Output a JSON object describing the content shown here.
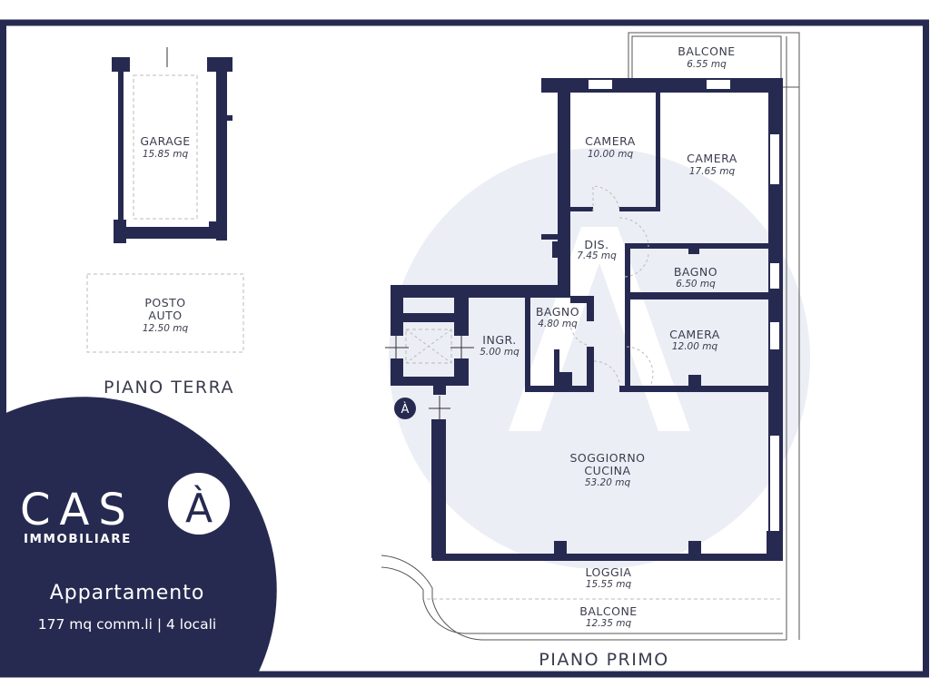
{
  "ground_floor": {
    "title": "PIANO TERRA",
    "rooms": [
      {
        "name": "GARAGE",
        "area": "15.85 mq"
      },
      {
        "name_line1": "POSTO",
        "name_line2": "AUTO",
        "area": "12.50 mq"
      }
    ]
  },
  "first_floor": {
    "title": "PIANO PRIMO",
    "rooms": [
      {
        "name": "BALCONE",
        "area": "6.55 mq"
      },
      {
        "name": "CAMERA",
        "area": "10.00 mq"
      },
      {
        "name": "CAMERA",
        "area": "17.65 mq"
      },
      {
        "name": "DIS.",
        "area": "7.45 mq"
      },
      {
        "name": "BAGNO",
        "area": "6.50 mq"
      },
      {
        "name": "BAGNO",
        "area": "4.80 mq"
      },
      {
        "name": "INGR.",
        "area": "5.00 mq"
      },
      {
        "name": "CAMERA",
        "area": "12.00 mq"
      },
      {
        "name_line1": "SOGGIORNO",
        "name_line2": "CUCINA",
        "area": "53.20 mq"
      },
      {
        "name": "LOGGIA",
        "area": "15.55 mq"
      },
      {
        "name": "BALCONE",
        "area": "12.35 mq"
      }
    ],
    "entrance_marker": "À"
  },
  "brand": {
    "name": "CAS",
    "accent_letter": "À",
    "subtitle": "IMMOBILIARE"
  },
  "listing": {
    "type": "Appartamento",
    "summary": "177 mq comm.li | 4 locali"
  },
  "colors": {
    "navy": "#272a50",
    "watermark": "#eceef5"
  }
}
